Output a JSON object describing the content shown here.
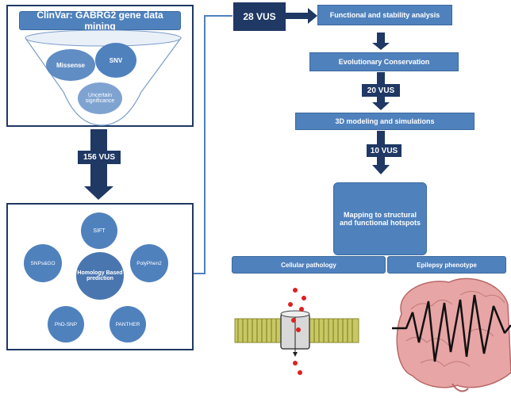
{
  "left_panel": {
    "title": "ClinVar: GABRG2 gene data mining",
    "funnel": {
      "missense": "Missense",
      "snv": "SNV",
      "uncertain": "Uncertain significance"
    },
    "vus_count_label": "156 VUS",
    "homology": {
      "center": "Homology Based prediction",
      "tools": [
        "SIFT",
        "PolyPhen2",
        "PANTHER",
        "PhD-SNP",
        "SNPs&GO"
      ]
    }
  },
  "right_flow": {
    "vus_28": "28  VUS",
    "step_functional": "Functional and stability analysis",
    "step_evolutionary": "Evolutionary Conservation",
    "vus_20": "20  VUS",
    "step_modeling": "3D modeling and simulations",
    "vus_10": "10 VUS",
    "mapping": "Mapping to structural and functional hotspots",
    "cellular": "Cellular pathology",
    "epilepsy": "Epilepsy phenotype"
  },
  "colors": {
    "box_blue": "#4f81bd",
    "dark_navy": "#1f3864",
    "ion_dot": "#e02020"
  }
}
